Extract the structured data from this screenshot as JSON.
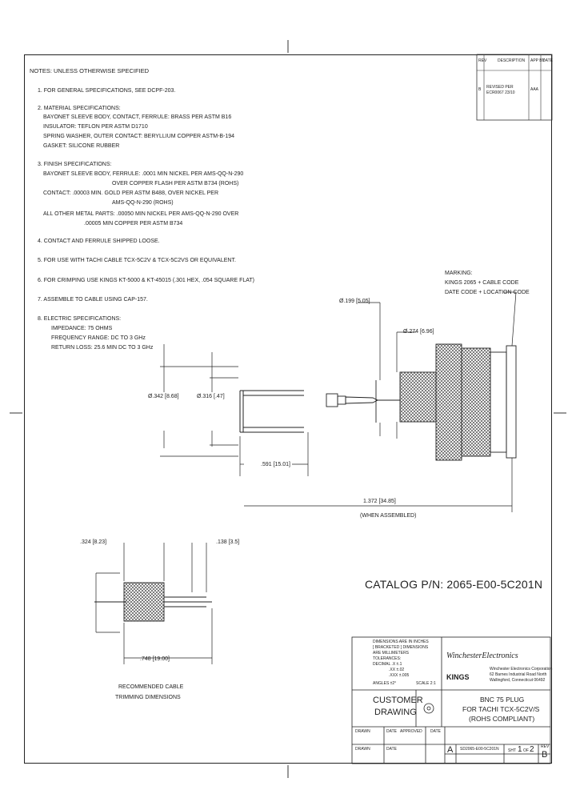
{
  "revision_block": {
    "headers": [
      "REV",
      "DESCRIPTION",
      "APP BY",
      "DATE"
    ],
    "rev": "B",
    "description": "REVISED PER ECR0067 23/10",
    "approver": "AAA"
  },
  "notes": {
    "heading": "NOTES: UNLESS OTHERWISE SPECIFIED",
    "lines": [
      "1. FOR GENERAL SPECIFICATIONS, SEE DCPF-203.",
      "2. MATERIAL SPECIFICATIONS:",
      "BAYONET SLEEVE BODY, CONTACT, FERRULE: BRASS PER ASTM B16",
      "INSULATOR: TEFLON PER ASTM D1710",
      "SPRING WASHER, OUTER CONTACT: BERYLLIUM COPPER ASTM-B-194",
      "GASKET: SILICONE RUBBER",
      "3. FINISH SPECIFICATIONS:",
      "BAYONET SLEEVE BODY, FERRULE: .0001 MIN NICKEL PER AMS-QQ-N-290",
      "OVER COPPER FLASH PER ASTM B734 (ROHS)",
      "CONTACT: .00003 MIN. GOLD PER ASTM B488, OVER NICKEL PER",
      "AMS-QQ-N-290 (ROHS)",
      "ALL OTHER METAL PARTS: .00050 MIN NICKEL PER AMS-QQ-N-290 OVER",
      ".00005 MIN COPPER PER ASTM B734",
      "4. CONTACT AND FERRULE SHIPPED LOOSE.",
      "5. FOR USE WITH TACHI CABLE TCX-5C2V & TCX-5C2VS OR EQUIVALENT.",
      "6. FOR CRIMPING USE KINGS KT-5000 & KT-45015 (.301 HEX, .054 SQUARE FLAT)",
      "7. ASSEMBLE TO CABLE USING CAP-157.",
      "8. ELECTRIC SPECIFICATIONS:",
      "IMPEDANCE: 75 OHMS",
      "FREQUENCY RANGE: DC TO 3 GHz",
      "RETURN LOSS: 25.6 MIN DC TO 3 GHz"
    ]
  },
  "marking": {
    "lines": [
      "MARKING:",
      "KINGS 2065 + CABLE CODE",
      "DATE CODE + LOCATION CODE"
    ]
  },
  "dimensions": {
    "d1": "Ø.199 [5.05]",
    "d2": "Ø.274 [6.96]",
    "d3": "Ø.342 [8.68]",
    "d4": "Ø.316 [.47]",
    "d5": ".591 [15.01]",
    "d6": "1.372 [34.85]",
    "d6_note": "(WHEN ASSEMBLED)",
    "d7": ".324 [8.23]",
    "d8": ".138 [3.5]",
    "d9": ".748 [19.00]"
  },
  "trim_label": [
    "RECOMMENDED CABLE",
    "TRIMMING DIMENSIONS"
  ],
  "catalog": "CATALOG P/N: 2065-E00-5C201N",
  "title_block": {
    "tolerance_lines": [
      "DIMENSIONS ARE IN INCHES",
      "[ BRACKETED ] DIMENSIONS",
      "ARE MILLIMETERS",
      "TOLERANCES:",
      "DECIMAL .X  ±.1",
      ".XX ±.02",
      ".XXX ±.005",
      "ANGLES ±2°"
    ],
    "scale": "SCALE 2:1",
    "company_logo": "WinchesterElectronics",
    "company_lines": [
      "Winchester Electronics Corporation",
      "62 Barnes Industrial Road North",
      "Wallingford, Connecticut 06492"
    ],
    "kings": "KINGS",
    "customer_drawing": [
      "CUSTOMER",
      "DRAWING"
    ],
    "title": [
      "BNC 75 PLUG",
      "FOR TACHI TCX-5C2V/S",
      "(ROHS COMPLIANT)"
    ],
    "labels": [
      "DRAWN",
      "DATE",
      "APPROVED",
      "DATE",
      "DRAWN",
      "DATE"
    ],
    "size": "A",
    "drawing_no": "SD2065-E00-5C201N",
    "sheet": "SHT",
    "sheet_num": "1",
    "of": "OF",
    "sheet_total": "2",
    "rev_label": "REV",
    "rev": "B"
  }
}
